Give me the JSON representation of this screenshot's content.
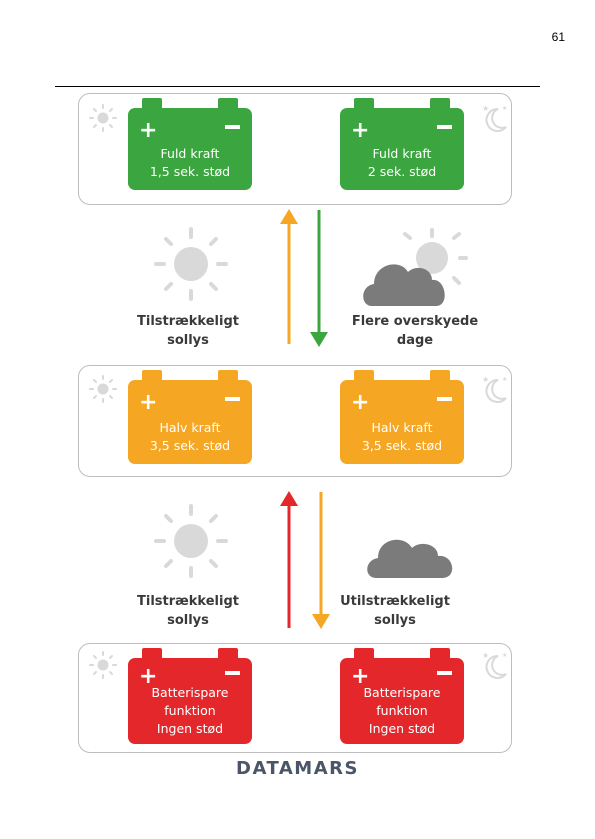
{
  "page": {
    "number": "61"
  },
  "rows": [
    {
      "left_label_1": "Fuld kraft",
      "left_label_2": "1,5 sek. stød",
      "right_label_1": "Fuld kraft",
      "right_label_2": "2 sek. stød",
      "color": "#3ba63f"
    },
    {
      "left_label_1": "Halv kraft",
      "left_label_2": "3,5 sek. stød",
      "right_label_1": "Halv kraft",
      "right_label_2": "3,5 sek. stød",
      "color": "#f5a623"
    },
    {
      "left_label_1": "Batterispare",
      "left_label_2": "funktion",
      "left_label_3": "Ingen stød",
      "right_label_1": "Batterispare",
      "right_label_2": "funktion",
      "right_label_3": "Ingen stød",
      "color": "#e4272b"
    }
  ],
  "transitions": [
    {
      "left_caption_1": "Tilstrækkeligt",
      "left_caption_2": "sollys",
      "right_caption_1": "Flere overskyede",
      "right_caption_2": "dage",
      "up_arrow_color": "#f5a623",
      "down_arrow_color": "#3ba63f"
    },
    {
      "left_caption_1": "Tilstrækkeligt",
      "left_caption_2": "sollys",
      "right_caption_1": "Utilstrækkeligt",
      "right_caption_2": "sollys",
      "up_arrow_color": "#e4272b",
      "down_arrow_color": "#f5a623"
    }
  ],
  "icons": {
    "day": "small-sun-icon",
    "night": "moon-stars-icon",
    "sunlight": "sun-icon",
    "cloud_sun": "cloud-sun-icon",
    "cloud": "cloud-icon",
    "plus": "plus-icon",
    "minus": "minus-icon"
  },
  "brand": {
    "logo": "DATAMARS"
  }
}
